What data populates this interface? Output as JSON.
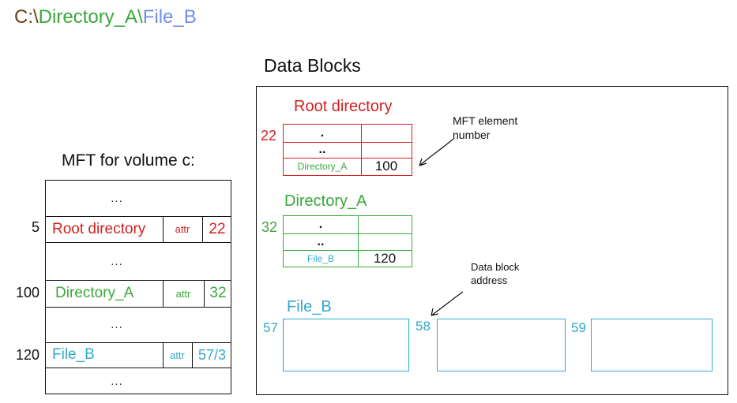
{
  "colors": {
    "root": "#d42020",
    "dirA": "#3aa83a",
    "fileB": "#2fa9c9",
    "path_b": "#6f8ee8",
    "path_c": "#6b3b1e",
    "line": "#111111"
  },
  "path": {
    "drive": "C:\\",
    "dir": "Directory_A\\",
    "file": "File_B"
  },
  "data_blocks_title": "Data Blocks",
  "mft": {
    "title": "MFT for volume c:",
    "rows": [
      {
        "num": "",
        "content": "...",
        "attr": "",
        "ref": ""
      },
      {
        "num": "5",
        "content": "Root directory",
        "attr": "attr",
        "ref": "22"
      },
      {
        "num": "",
        "content": "...",
        "attr": "",
        "ref": ""
      },
      {
        "num": "100",
        "content": "Directory_A",
        "attr": "attr",
        "ref": "32"
      },
      {
        "num": "",
        "content": "...",
        "attr": "",
        "ref": ""
      },
      {
        "num": "120",
        "content": "File_B",
        "attr": "attr",
        "ref": "57/3"
      },
      {
        "num": "",
        "content": "...",
        "attr": "",
        "ref": ""
      }
    ]
  },
  "root_dir": {
    "label": "Root directory",
    "block": "22",
    "row1": ".",
    "row2": "..",
    "entry_name": "Directory_A",
    "entry_num": "100"
  },
  "dir_a": {
    "label": "Directory_A",
    "block": "32",
    "row1": ".",
    "row2": "..",
    "entry_name": "File_B",
    "entry_num": "120"
  },
  "file_b": {
    "label": "File_B",
    "blocks": [
      "57",
      "58",
      "59"
    ]
  },
  "annotations": {
    "mft_element": "MFT element\nnumber",
    "data_block": "Data block\naddress"
  }
}
